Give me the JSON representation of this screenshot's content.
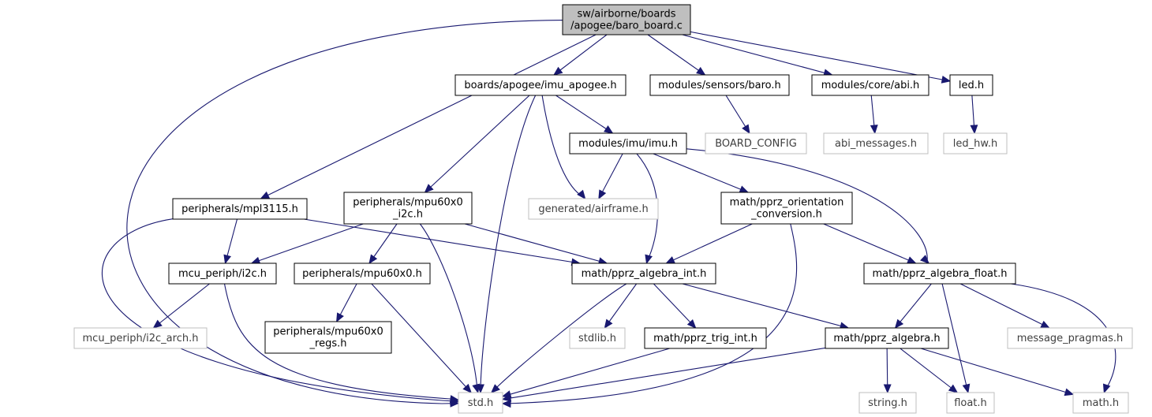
{
  "colors": {
    "edge": "#191970",
    "node_border": "#000000",
    "missing_border": "#bfbfbf",
    "missing_text": "#3f3f3f",
    "root_fill": "#bfbfbf",
    "text": "#000000"
  },
  "nodes": {
    "baro_board": {
      "label": [
        "sw/airborne/boards",
        "/apogee/baro_board.c"
      ],
      "kind": "root"
    },
    "imu_apogee": {
      "label": [
        "boards/apogee/imu_apogee.h"
      ],
      "kind": "normal"
    },
    "sensors_baro": {
      "label": [
        "modules/sensors/baro.h"
      ],
      "kind": "normal"
    },
    "core_abi": {
      "label": [
        "modules/core/abi.h"
      ],
      "kind": "normal"
    },
    "led": {
      "label": [
        "led.h"
      ],
      "kind": "normal"
    },
    "board_config": {
      "label": [
        "BOARD_CONFIG"
      ],
      "kind": "missing"
    },
    "abi_messages": {
      "label": [
        "abi_messages.h"
      ],
      "kind": "missing"
    },
    "led_hw": {
      "label": [
        "led_hw.h"
      ],
      "kind": "missing"
    },
    "imu": {
      "label": [
        "modules/imu/imu.h"
      ],
      "kind": "normal"
    },
    "mpl3115": {
      "label": [
        "peripherals/mpl3115.h"
      ],
      "kind": "normal"
    },
    "mpu60x0_i2c": {
      "label": [
        "peripherals/mpu60x0",
        "_i2c.h"
      ],
      "kind": "normal"
    },
    "airframe": {
      "label": [
        "generated/airframe.h"
      ],
      "kind": "missing"
    },
    "orientation": {
      "label": [
        "math/pprz_orientation",
        "_conversion.h"
      ],
      "kind": "normal"
    },
    "i2c": {
      "label": [
        "mcu_periph/i2c.h"
      ],
      "kind": "normal"
    },
    "mpu60x0": {
      "label": [
        "peripherals/mpu60x0.h"
      ],
      "kind": "normal"
    },
    "algebra_int": {
      "label": [
        "math/pprz_algebra_int.h"
      ],
      "kind": "normal"
    },
    "algebra_float": {
      "label": [
        "math/pprz_algebra_float.h"
      ],
      "kind": "normal"
    },
    "i2c_arch": {
      "label": [
        "mcu_periph/i2c_arch.h"
      ],
      "kind": "missing"
    },
    "mpu60x0_regs": {
      "label": [
        "peripherals/mpu60x0",
        "_regs.h"
      ],
      "kind": "normal"
    },
    "stdlib": {
      "label": [
        "stdlib.h"
      ],
      "kind": "missing"
    },
    "trig_int": {
      "label": [
        "math/pprz_trig_int.h"
      ],
      "kind": "normal"
    },
    "algebra": {
      "label": [
        "math/pprz_algebra.h"
      ],
      "kind": "normal"
    },
    "message_pragmas": {
      "label": [
        "message_pragmas.h"
      ],
      "kind": "missing"
    },
    "std": {
      "label": [
        "std.h"
      ],
      "kind": "missing"
    },
    "string": {
      "label": [
        "string.h"
      ],
      "kind": "missing"
    },
    "float": {
      "label": [
        "float.h"
      ],
      "kind": "missing"
    },
    "math": {
      "label": [
        "math.h"
      ],
      "kind": "missing"
    }
  },
  "edges": [
    [
      "baro_board",
      "imu_apogee"
    ],
    [
      "baro_board",
      "sensors_baro"
    ],
    [
      "baro_board",
      "core_abi"
    ],
    [
      "baro_board",
      "led"
    ],
    [
      "baro_board",
      "mpl3115"
    ],
    [
      "baro_board",
      "std"
    ],
    [
      "imu_apogee",
      "imu"
    ],
    [
      "imu_apogee",
      "mpu60x0_i2c"
    ],
    [
      "imu_apogee",
      "airframe"
    ],
    [
      "imu_apogee",
      "std"
    ],
    [
      "sensors_baro",
      "board_config"
    ],
    [
      "core_abi",
      "abi_messages"
    ],
    [
      "led",
      "led_hw"
    ],
    [
      "imu",
      "airframe"
    ],
    [
      "imu",
      "orientation"
    ],
    [
      "imu",
      "algebra_int"
    ],
    [
      "imu",
      "algebra_float"
    ],
    [
      "mpl3115",
      "i2c"
    ],
    [
      "mpl3115",
      "algebra_int"
    ],
    [
      "mpl3115",
      "std"
    ],
    [
      "mpu60x0_i2c",
      "i2c"
    ],
    [
      "mpu60x0_i2c",
      "mpu60x0"
    ],
    [
      "mpu60x0_i2c",
      "algebra_int"
    ],
    [
      "mpu60x0_i2c",
      "std"
    ],
    [
      "orientation",
      "algebra_int"
    ],
    [
      "orientation",
      "algebra_float"
    ],
    [
      "orientation",
      "std"
    ],
    [
      "i2c",
      "i2c_arch"
    ],
    [
      "i2c",
      "std"
    ],
    [
      "mpu60x0",
      "mpu60x0_regs"
    ],
    [
      "mpu60x0",
      "std"
    ],
    [
      "algebra_int",
      "stdlib"
    ],
    [
      "algebra_int",
      "trig_int"
    ],
    [
      "algebra_int",
      "algebra"
    ],
    [
      "algebra_int",
      "std"
    ],
    [
      "algebra_float",
      "algebra"
    ],
    [
      "algebra_float",
      "message_pragmas"
    ],
    [
      "algebra_float",
      "float"
    ],
    [
      "algebra_float",
      "math"
    ],
    [
      "trig_int",
      "std"
    ],
    [
      "algebra",
      "std"
    ],
    [
      "algebra",
      "string"
    ],
    [
      "algebra",
      "float"
    ],
    [
      "algebra",
      "math"
    ]
  ]
}
